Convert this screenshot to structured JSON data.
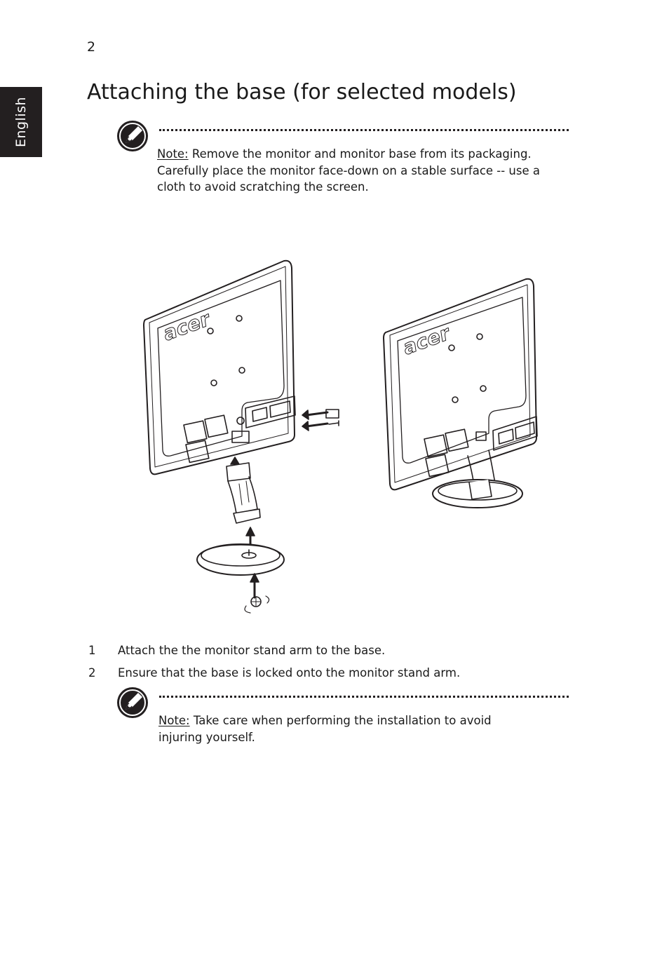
{
  "page": {
    "number": "2",
    "language_tab": "English",
    "title": "Attaching the base (for selected models)"
  },
  "note1": {
    "label": "Note:",
    "text": " Remove the monitor and monitor base from its packaging. Carefully place the monitor face-down on a stable surface -- use a cloth to avoid scratching the screen."
  },
  "figure": {
    "brand_left": "acer",
    "brand_right": "acer"
  },
  "steps": [
    {
      "number": "1",
      "text": "Attach the the monitor stand arm to the base."
    },
    {
      "number": "2",
      "text": "Ensure that the base is locked onto the monitor stand arm."
    }
  ],
  "note2": {
    "label": "Note:",
    "text": " Take care when performing the installation to avoid injuring  yourself."
  },
  "colors": {
    "ink": "#1a1a1a",
    "tab_background": "#231f20"
  }
}
